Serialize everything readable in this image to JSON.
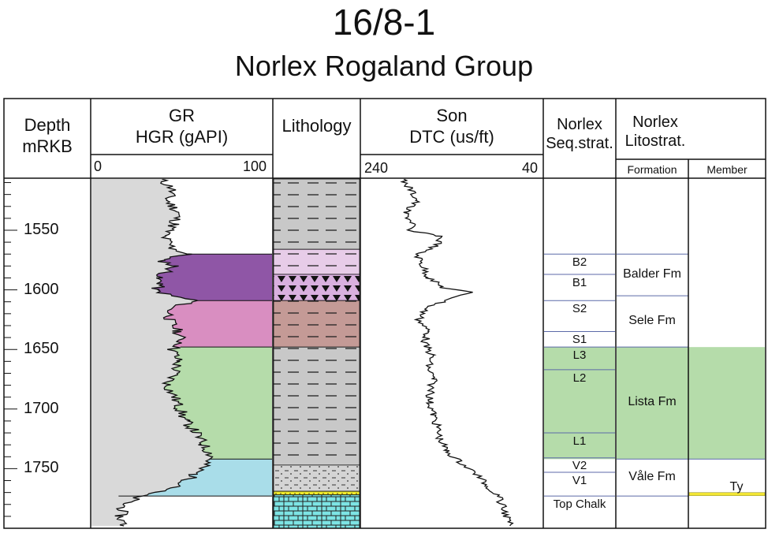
{
  "title": "16/8-1",
  "subtitle": "Norlex Rogaland Group",
  "headers": {
    "depth": [
      "Depth",
      "mRKB"
    ],
    "gr": [
      "GR",
      "HGR (gAPI)"
    ],
    "gr_scale": [
      "0",
      "100"
    ],
    "lithology": "Lithology",
    "sonic": [
      "Son",
      "DTC (us/ft)"
    ],
    "sonic_scale": [
      "240",
      "40"
    ],
    "seq": [
      "Norlex",
      "Seq.strat."
    ],
    "lito": [
      "Norlex",
      "Litostrat."
    ],
    "formation": "Formation",
    "member": "Member"
  },
  "depth_ticks": [
    "1550",
    "1600",
    "1650",
    "1700",
    "1750"
  ],
  "sequences": [
    {
      "label": "B2",
      "top": 1570,
      "base": 1587
    },
    {
      "label": "B1",
      "top": 1587,
      "base": 1609
    },
    {
      "label": "S2",
      "top": 1609,
      "base": 1635
    },
    {
      "label": "S1",
      "top": 1635,
      "base": 1648
    },
    {
      "label": "L3",
      "top": 1648,
      "base": 1667
    },
    {
      "label": "L2",
      "top": 1667,
      "base": 1720
    },
    {
      "label": "L1",
      "top": 1720,
      "base": 1741
    },
    {
      "label": "V2",
      "top": 1741,
      "base": 1753
    },
    {
      "label": "V1",
      "top": 1753,
      "base": 1773
    },
    {
      "label": "Top Chalk",
      "top": 1773,
      "base": 1795
    }
  ],
  "formations": [
    {
      "label": "Balder Fm",
      "top": 1570,
      "base": 1605
    },
    {
      "label": "Sele Fm",
      "top": 1605,
      "base": 1648
    },
    {
      "label": "Lista Fm",
      "top": 1648,
      "base": 1742
    },
    {
      "label": "Våle Fm",
      "top": 1742,
      "base": 1773
    }
  ],
  "members": [
    {
      "label": "Ty",
      "depth": 1771
    }
  ],
  "gr_bands": [
    {
      "top": 1570,
      "base": 1609,
      "color": "#8f56a6"
    },
    {
      "top": 1609,
      "base": 1648,
      "color": "#d98ec1"
    },
    {
      "top": 1648,
      "base": 1742,
      "color": "#b5dcaa"
    },
    {
      "top": 1742,
      "base": 1773,
      "color": "#a9dde9"
    }
  ],
  "colors": {
    "gr_fill": "#d9d9d9",
    "lista_band": "#b5dcaa",
    "ty_line": "#f2e534",
    "seq_line": "#5c6aa8"
  },
  "lithology": [
    {
      "top": 1500,
      "base": 1566,
      "type": "shale",
      "color": "#c8c8c8"
    },
    {
      "top": 1566,
      "base": 1587,
      "type": "shale",
      "color": "#e7cce8"
    },
    {
      "top": 1587,
      "base": 1609,
      "type": "tuff",
      "color": "#d9b0df"
    },
    {
      "top": 1609,
      "base": 1648,
      "type": "shale",
      "color": "#c49a96"
    },
    {
      "top": 1648,
      "base": 1747,
      "type": "shale",
      "color": "#c8c8c8"
    },
    {
      "top": 1747,
      "base": 1769,
      "type": "marl",
      "color": "#d4d4d4"
    },
    {
      "top": 1769,
      "base": 1772,
      "type": "sand",
      "color": "#f0ea2a"
    },
    {
      "top": 1772,
      "base": 1800,
      "type": "chalk",
      "color": "#7de4e4"
    }
  ],
  "chart_data": {
    "type": "line",
    "depth_range": [
      1507,
      1800
    ],
    "gr": {
      "name": "HGR (gAPI)",
      "xlim": [
        0,
        100
      ],
      "depth": [
        1507,
        1515,
        1525,
        1535,
        1545,
        1555,
        1565,
        1570,
        1575,
        1580,
        1585,
        1590,
        1595,
        1600,
        1605,
        1609,
        1615,
        1625,
        1635,
        1645,
        1650,
        1660,
        1670,
        1680,
        1690,
        1700,
        1710,
        1720,
        1730,
        1740,
        1745,
        1755,
        1765,
        1772,
        1780,
        1790,
        1798
      ],
      "values": [
        38,
        45,
        42,
        48,
        46,
        40,
        45,
        53,
        38,
        46,
        42,
        36,
        39,
        35,
        44,
        58,
        44,
        43,
        48,
        50,
        45,
        48,
        46,
        42,
        46,
        49,
        52,
        58,
        62,
        67,
        64,
        57,
        49,
        28,
        18,
        16,
        18
      ]
    },
    "dtc": {
      "name": "DTC (us/ft)",
      "xlim": [
        240,
        40
      ],
      "depth": [
        1507,
        1515,
        1525,
        1535,
        1545,
        1550,
        1555,
        1562,
        1570,
        1580,
        1590,
        1598,
        1602,
        1609,
        1615,
        1625,
        1635,
        1645,
        1655,
        1665,
        1675,
        1685,
        1695,
        1705,
        1715,
        1725,
        1735,
        1745,
        1755,
        1765,
        1772,
        1785,
        1798
      ],
      "values": [
        195,
        186,
        178,
        192,
        182,
        190,
        152,
        155,
        178,
        172,
        165,
        150,
        120,
        146,
        168,
        176,
        166,
        170,
        162,
        166,
        160,
        164,
        164,
        160,
        156,
        153,
        146,
        130,
        112,
        100,
        90,
        82,
        76
      ]
    }
  }
}
